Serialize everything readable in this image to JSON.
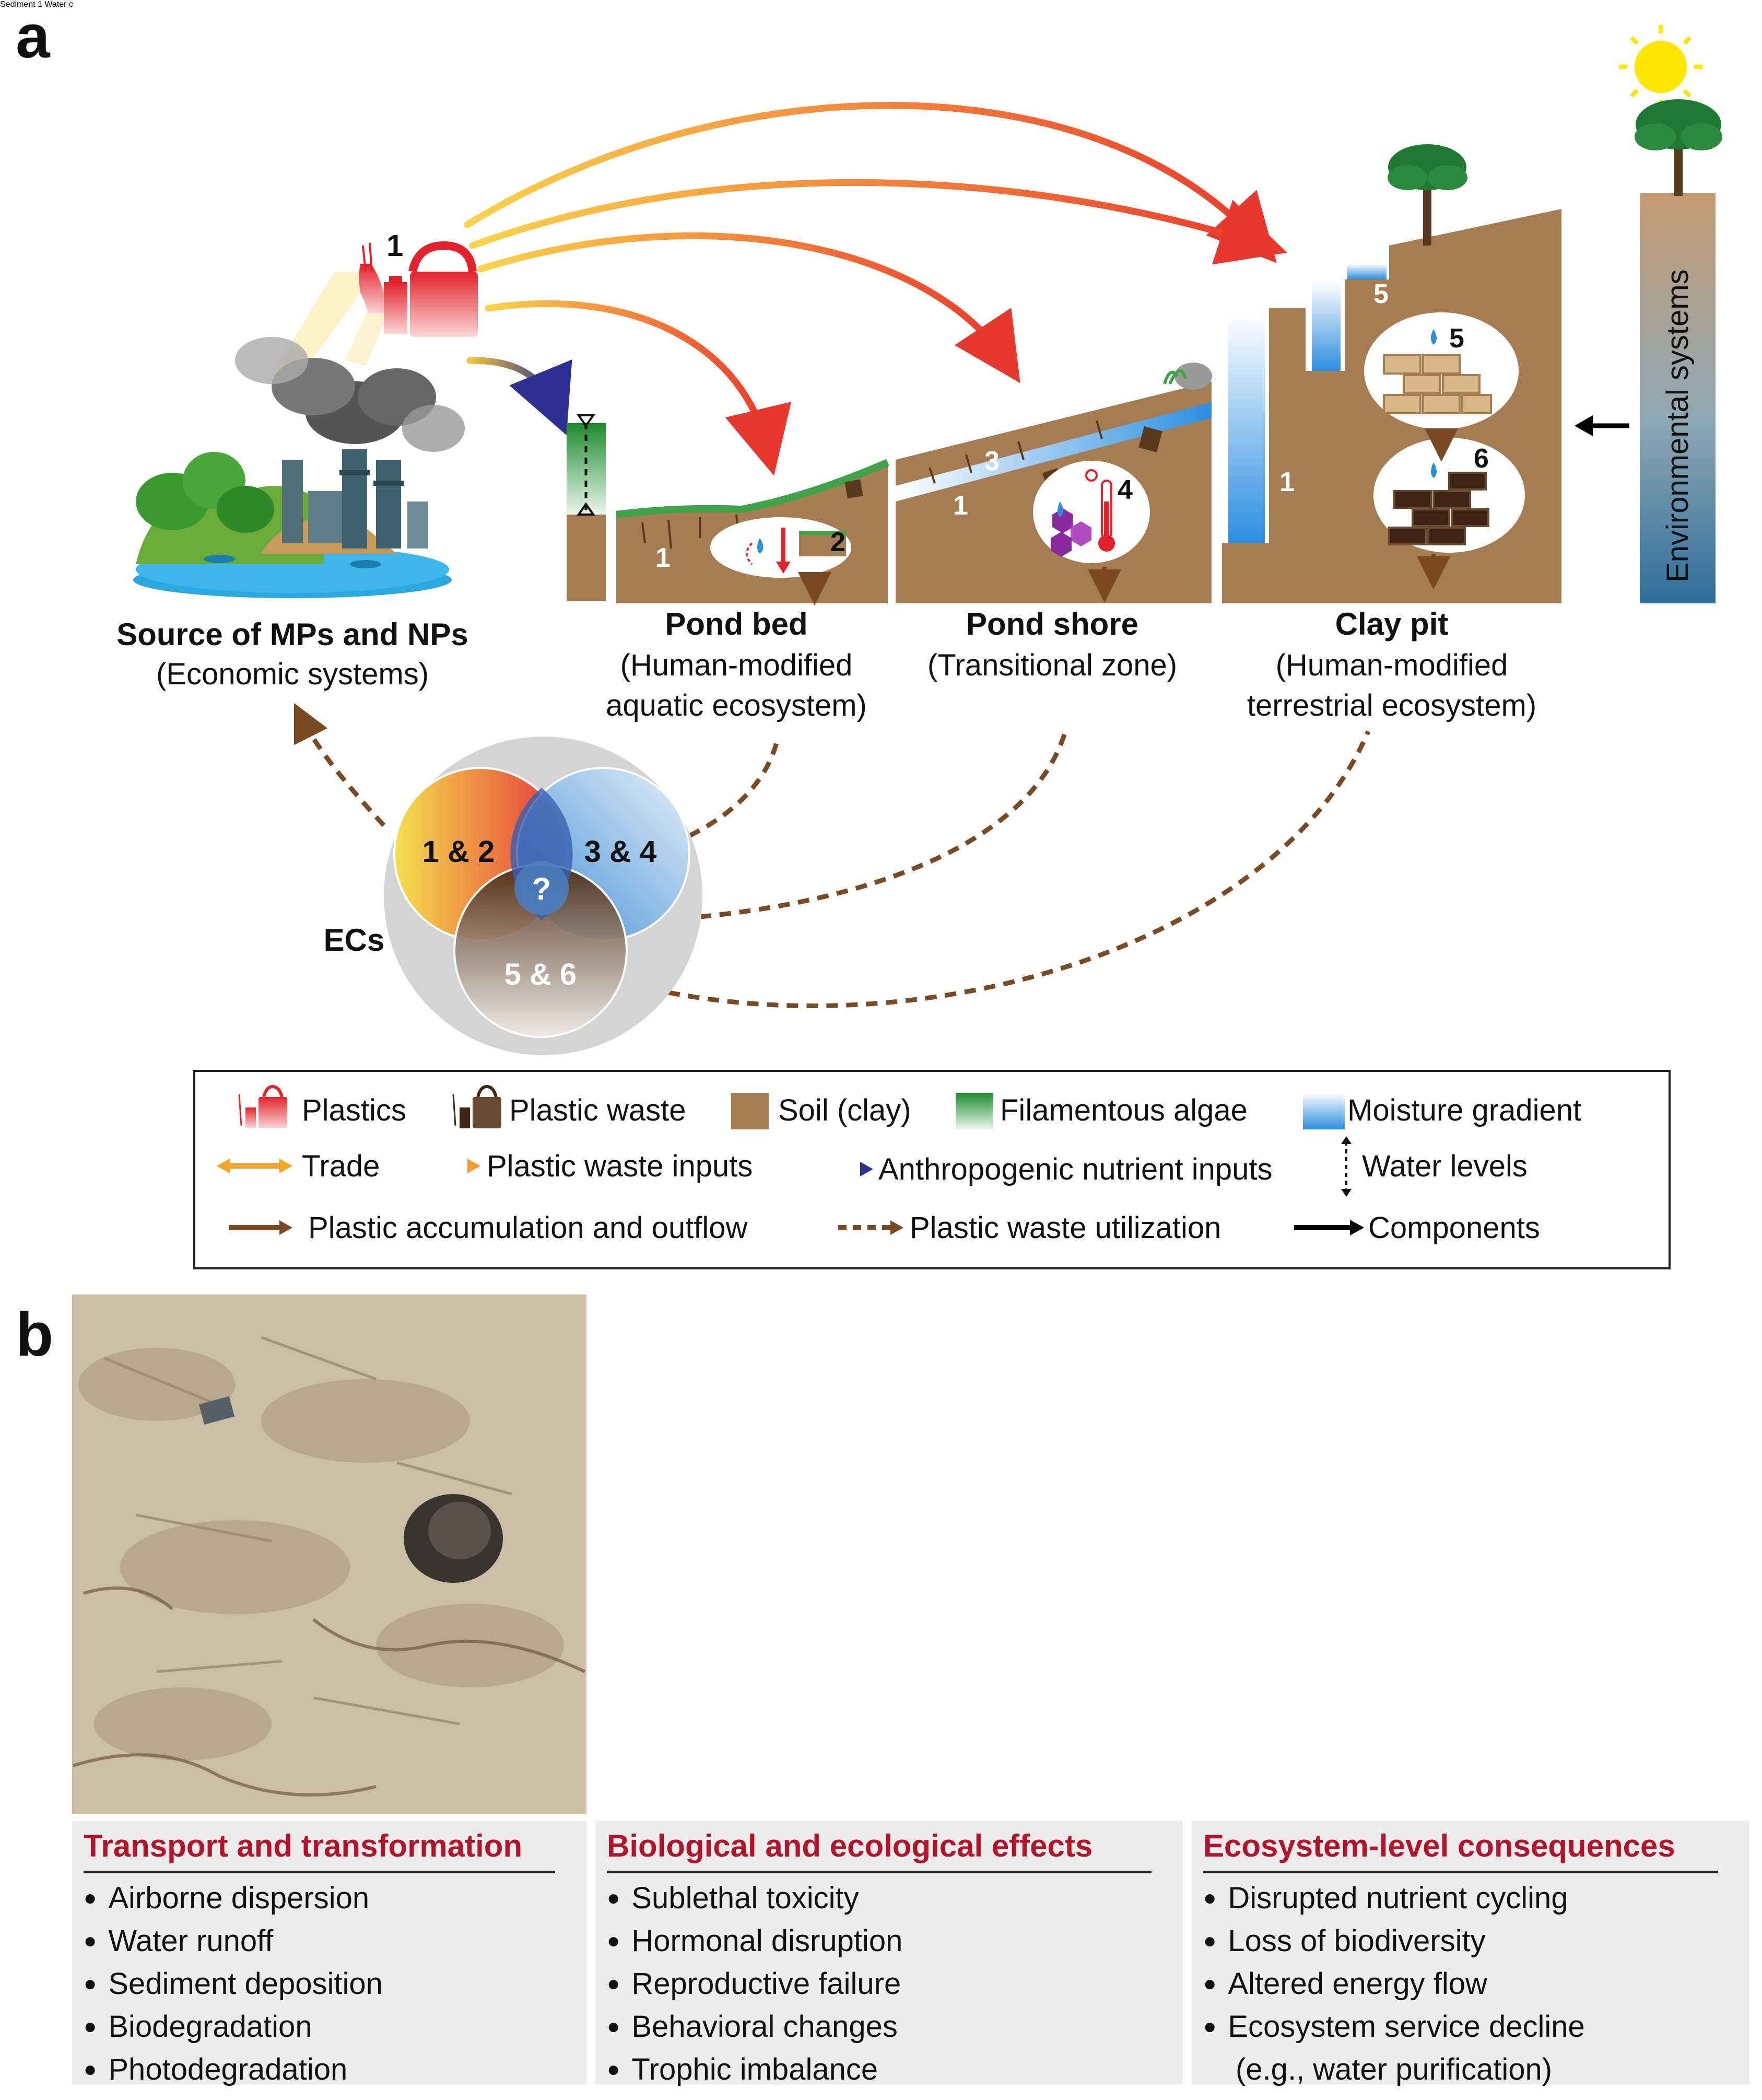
{
  "panel_letters": {
    "a": "a",
    "b": "b",
    "c": "c"
  },
  "labels": {
    "source_title": "Source of MPs and NPs",
    "source_sub": "(Economic systems)",
    "pond_bed_title": "Pond bed",
    "pond_bed_sub1": "(Human-modified",
    "pond_bed_sub2": "aquatic ecosystem)",
    "pond_shore_title": "Pond shore",
    "pond_shore_sub": "(Transitional zone)",
    "clay_pit_title": "Clay pit",
    "clay_pit_sub1": "(Human-modified",
    "clay_pit_sub2": "terrestrial ecosystem)",
    "env_systems": "Environmental systems",
    "ecs": "ECs",
    "venn_a": "1 & 2",
    "venn_b": "3 & 4",
    "venn_c": "5 & 6",
    "venn_center": "?",
    "num_1": "1",
    "num_2": "2",
    "num_3": "3",
    "num_4": "4",
    "num_5": "5",
    "num_6": "6"
  },
  "legend": [
    {
      "label": "Plastics",
      "icon": "plastics-icon"
    },
    {
      "label": "Plastic waste",
      "icon": "plastic-waste-icon"
    },
    {
      "label": "Soil (clay)",
      "icon": "soil-swatch",
      "color": "#a67c52"
    },
    {
      "label": "Filamentous algae",
      "icon": "algae-swatch",
      "color": "#2e9a3a"
    },
    {
      "label": "Moisture gradient",
      "icon": "moisture-swatch",
      "color": "#2b8ee0"
    },
    {
      "label": "Trade",
      "icon": "trade-arrow",
      "color": "#f5a623"
    },
    {
      "label": "Plastic waste inputs",
      "icon": "waste-input-arrow",
      "color": "#f7b733"
    },
    {
      "label": "Anthropogenic nutrient inputs",
      "icon": "nutrient-arrow",
      "color": "#2e3192"
    },
    {
      "label": "Water levels",
      "icon": "water-level-arrow"
    },
    {
      "label": "Plastic accumulation and outflow",
      "icon": "outflow-arrow",
      "color": "#7a4a24"
    },
    {
      "label": "Plastic waste utilization",
      "icon": "utilization-arrow",
      "color": "#7a4a24"
    },
    {
      "label": "Components",
      "icon": "components-arrow",
      "color": "#000000"
    }
  ],
  "photos": {
    "sediment": "Sediment",
    "water": "Water",
    "sediment_num": "1"
  },
  "panel_c": [
    {
      "title": "Transport and transformation",
      "items": [
        "Airborne dispersion",
        "Water runoff",
        "Sediment deposition",
        "Biodegradation",
        "Photodegradation"
      ]
    },
    {
      "title": "Biological and ecological effects",
      "items": [
        "Sublethal toxicity",
        "Hormonal disruption",
        "Reproductive failure",
        "Behavioral changes",
        "Trophic imbalance"
      ]
    },
    {
      "title": "Ecosystem-level consequences",
      "items": [
        "Disrupted nutrient cycling",
        "Loss of biodiversity",
        "Altered energy flow",
        "Ecosystem service decline"
      ],
      "extra": "(e.g., water purification)"
    }
  ]
}
